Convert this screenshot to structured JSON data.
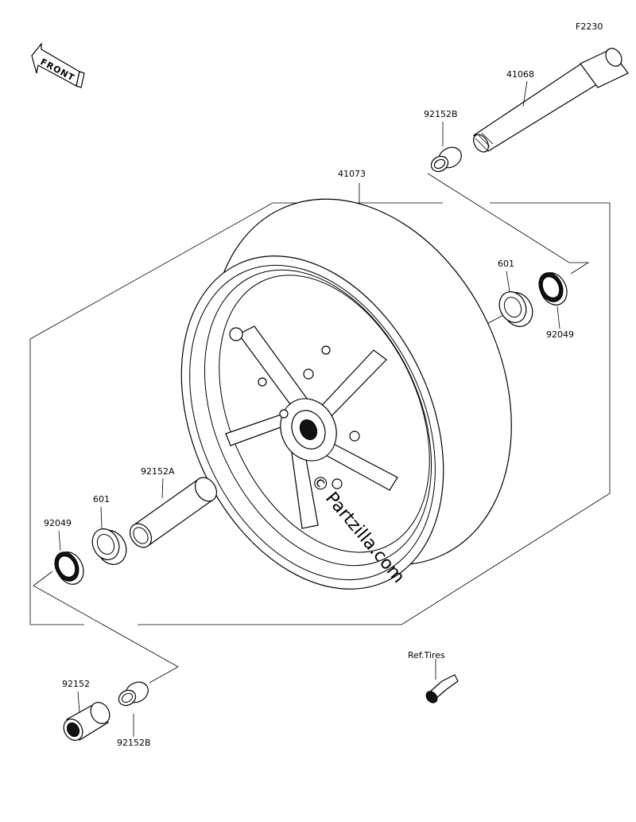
{
  "figure_code": "F2230",
  "front_badge": "FRONT",
  "watermark": "© Partzilla.com",
  "labels": {
    "axle": "41068",
    "collar_b_top": "92152B",
    "wheel": "41073",
    "bearing_right": "601",
    "seal_right": "92049",
    "collar_a": "92152A",
    "bearing_left": "601",
    "seal_left": "92049",
    "collar_bottom": "92152",
    "collar_b_bottom": "92152B",
    "ref_tires": "Ref.Tires"
  }
}
